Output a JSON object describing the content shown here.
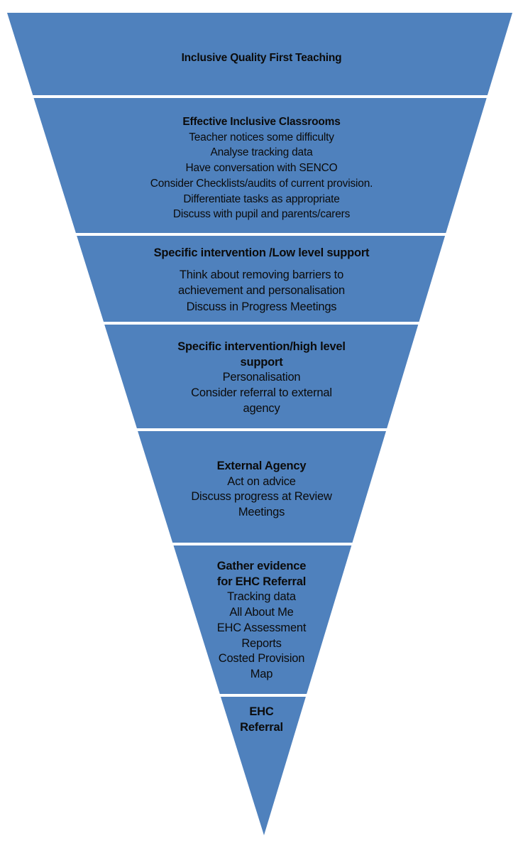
{
  "diagram": {
    "type": "inverted-pyramid",
    "fill_color": "#4F81BD",
    "text_color": "#0b0b0b",
    "bands": [
      {
        "title": [
          "Inclusive Quality First Teaching"
        ],
        "lines": []
      },
      {
        "title": [
          "Effective Inclusive Classrooms"
        ],
        "lines": [
          "Teacher notices some difficulty",
          "Analyse tracking data",
          "Have conversation with SENCO",
          "Consider Checklists/audits of current provision.",
          "Differentiate tasks as appropriate",
          "Discuss with pupil and parents/carers"
        ]
      },
      {
        "title": [
          "Specific intervention /Low level support"
        ],
        "lines": [
          "Think about removing barriers to",
          "achievement and personalisation",
          "Discuss in Progress Meetings"
        ]
      },
      {
        "title": [
          "Specific intervention/high level",
          "support"
        ],
        "lines": [
          "Personalisation",
          "Consider referral to external",
          "agency"
        ]
      },
      {
        "title": [
          "External Agency"
        ],
        "lines": [
          "Act on advice",
          "Discuss progress at Review",
          "Meetings"
        ]
      },
      {
        "title": [
          "Gather evidence",
          "for EHC Referral"
        ],
        "lines": [
          "Tracking data",
          "All About Me",
          "EHC Assessment",
          "Reports",
          "Costed Provision",
          "Map"
        ]
      },
      {
        "title": [
          "EHC",
          "Referral"
        ],
        "lines": []
      }
    ]
  }
}
